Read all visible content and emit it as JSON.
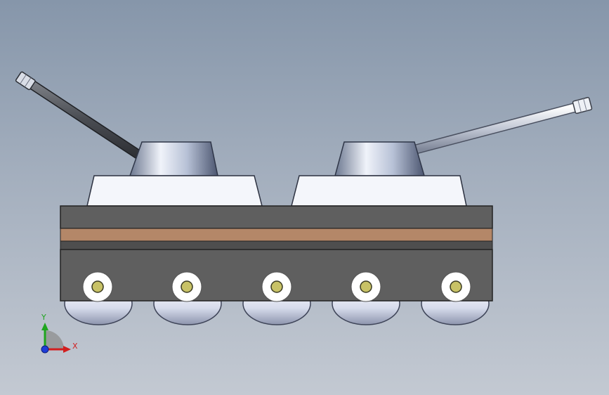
{
  "viewport": {
    "title": "",
    "background_top": "#8696aa",
    "background_bottom": "#c3c9d2"
  },
  "model": {
    "turret_count": 2,
    "road_wheel_count": 5
  },
  "colors": {
    "hull_dark": "#5f5f5f",
    "stripe_tan": "#b48768",
    "deck_white": "#f4f6fb",
    "axis_x": "#d21e1e",
    "axis_y": "#1fa51f",
    "axis_z": "#1e3cd8",
    "hub": "#c8c266"
  },
  "triad": {
    "x_label": "X",
    "y_label": "Y"
  }
}
